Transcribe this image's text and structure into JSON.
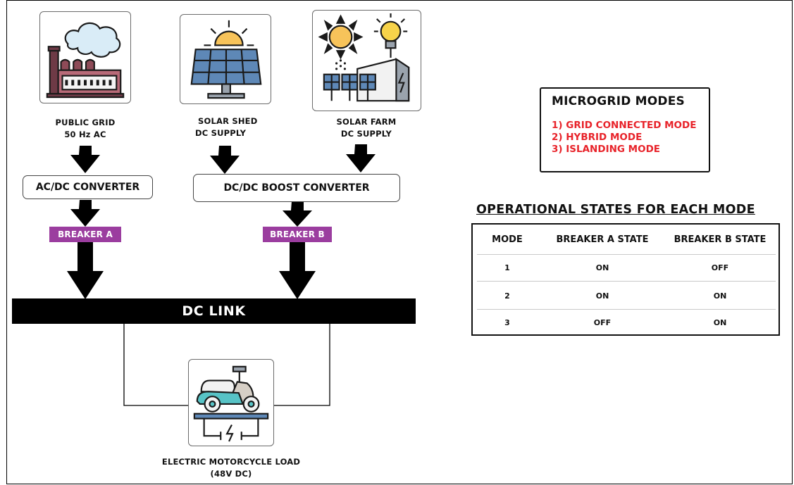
{
  "sources": [
    {
      "id": "public-grid",
      "icon": "factory-icon",
      "lines": [
        "PUBLIC GRID",
        "50 Hz AC"
      ]
    },
    {
      "id": "solar-shed",
      "icon": "solar-panel-icon",
      "lines": [
        "SOLAR SHED",
        "DC SUPPLY"
      ]
    },
    {
      "id": "solar-farm",
      "icon": "solar-farm-icon",
      "lines": [
        "SOLAR FARM",
        "DC SUPPLY"
      ]
    }
  ],
  "converters": {
    "acdc": "AC/DC CONVERTER",
    "dcdc": "DC/DC BOOST CONVERTER"
  },
  "breakers": {
    "a": "BREAKER A",
    "b": "BREAKER B"
  },
  "dc_link": "DC LINK",
  "load": {
    "icon": "electric-motorcycle-icon",
    "lines": [
      "ELECTRIC MOTORCYCLE LOAD",
      "(48V DC)"
    ]
  },
  "modes": {
    "title": "MICROGRID MODES",
    "items": [
      "1) GRID CONNECTED MODE",
      "2) HYBRID MODE",
      "3) ISLANDING MODE"
    ]
  },
  "operational_states": {
    "title": "OPERATIONAL STATES FOR EACH MODE",
    "headers": [
      "MODE",
      "BREAKER A STATE",
      "BREAKER B STATE"
    ],
    "rows": [
      [
        "1",
        "ON",
        "OFF"
      ],
      [
        "2",
        "ON",
        "ON"
      ],
      [
        "3",
        "OFF",
        "ON"
      ]
    ]
  },
  "colors": {
    "breaker": "#9b3d9f",
    "mode_text": "#e8232a",
    "arrow": "#000000"
  }
}
